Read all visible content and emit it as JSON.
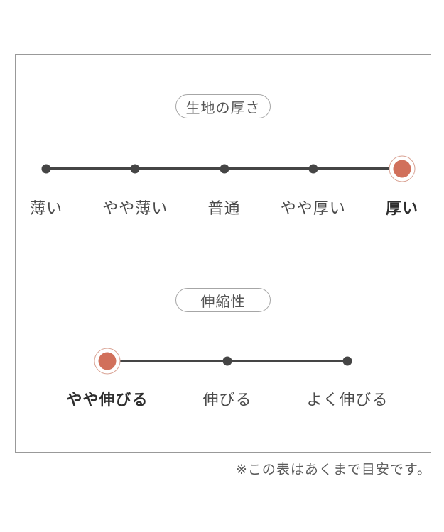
{
  "figure": {
    "note": "※この表はあくまで目安です。"
  },
  "colors": {
    "accent": "#d1705b",
    "accent_ring": "#d9a293",
    "dot": "#454545",
    "line": "#454545",
    "frame_border": "#999999",
    "pill_border": "#a6a6a6",
    "pill_text": "#555555",
    "label": "#4b4b4b",
    "label_selected": "#2e2e2e",
    "note_text": "#5a5a5a"
  },
  "chart_data": [
    {
      "type": "scale",
      "title": "生地の厚さ",
      "categories": [
        "薄い",
        "やや薄い",
        "普通",
        "やや厚い",
        "厚い"
      ],
      "levels": 5,
      "selected_index": 4,
      "selected_label": "厚い"
    },
    {
      "type": "scale",
      "title": "伸縮性",
      "categories": [
        "やや伸びる",
        "伸びる",
        "よく伸びる"
      ],
      "levels": 3,
      "selected_index": 0,
      "selected_label": "やや伸びる"
    }
  ]
}
